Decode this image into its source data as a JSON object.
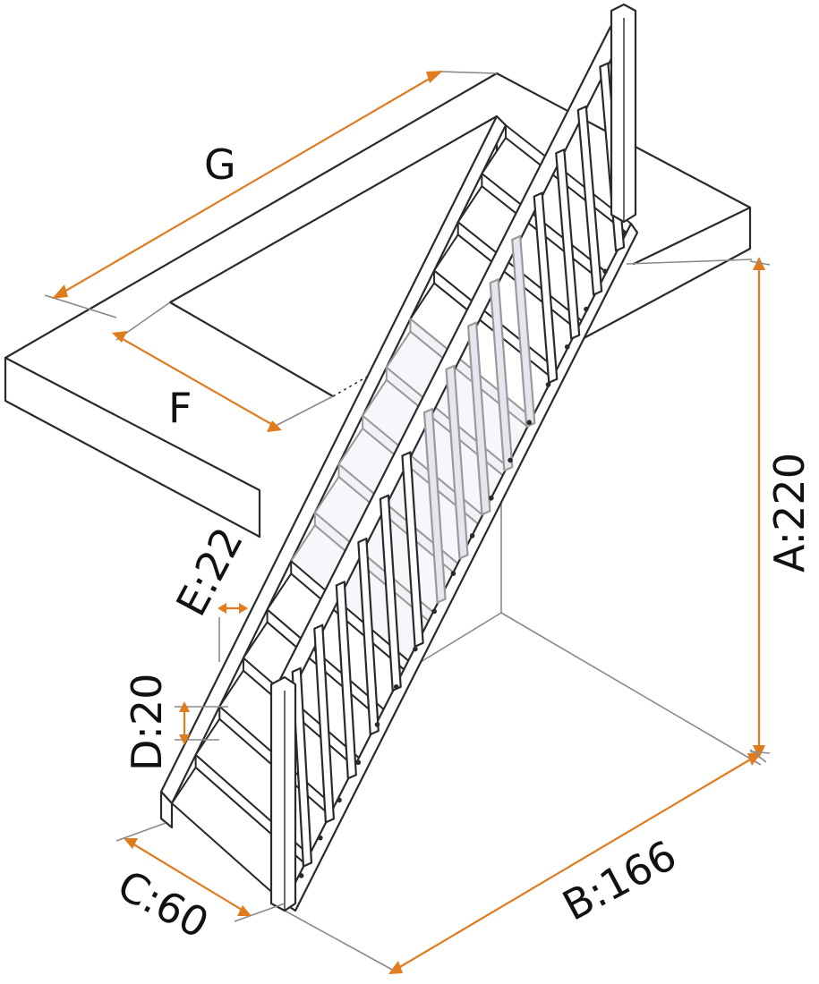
{
  "diagram": {
    "labels": {
      "g": "G",
      "f": "F",
      "a": "A:220",
      "b": "B:166",
      "c": "C:60",
      "d": "D:20",
      "e": "E:22"
    },
    "colors": {
      "dimension": "#e07b1e",
      "outline": "#2a2a2a",
      "extension": "#8a8a8a"
    }
  }
}
